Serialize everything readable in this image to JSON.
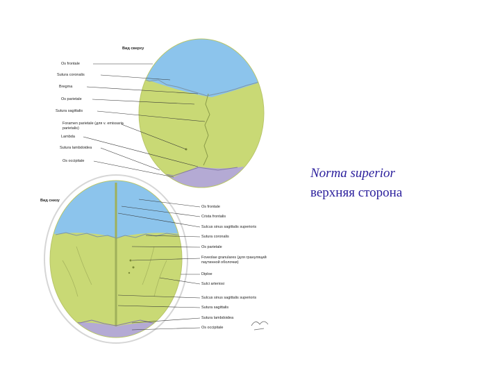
{
  "caption": {
    "title": "Norma superior",
    "subtitle": "верхняя сторона"
  },
  "colors": {
    "frontal": "#8cc4ec",
    "parietal": "#c9d975",
    "occipital": "#b4aad4",
    "caption": "#2a1e9c",
    "leader": "#333333"
  },
  "upper_view": {
    "heading": "Вид сверху",
    "labels": [
      "Os frontale",
      "Sutura coronalis",
      "Bregma",
      "Os parietale",
      "Sutura sagittalis",
      "Foramen parietale (для v. emissaria parietalis)",
      "Lambda",
      "Sutura lambdoidea",
      "Os occipitale"
    ]
  },
  "lower_view": {
    "heading": "Вид снизу",
    "labels": [
      "Os frontale",
      "Crista frontalis",
      "Sulcus sinus sagittalis superioris",
      "Sutura coronalis",
      "Os parietale",
      "Foveolae granulares (для грануляций паутинной оболочки)",
      "Diploe",
      "Sulci arteriosi",
      "Sulcus sinus sagittalis superioris",
      "Sutura sagittalis",
      "Sutura lambdoidea",
      "Os occipitale"
    ]
  }
}
